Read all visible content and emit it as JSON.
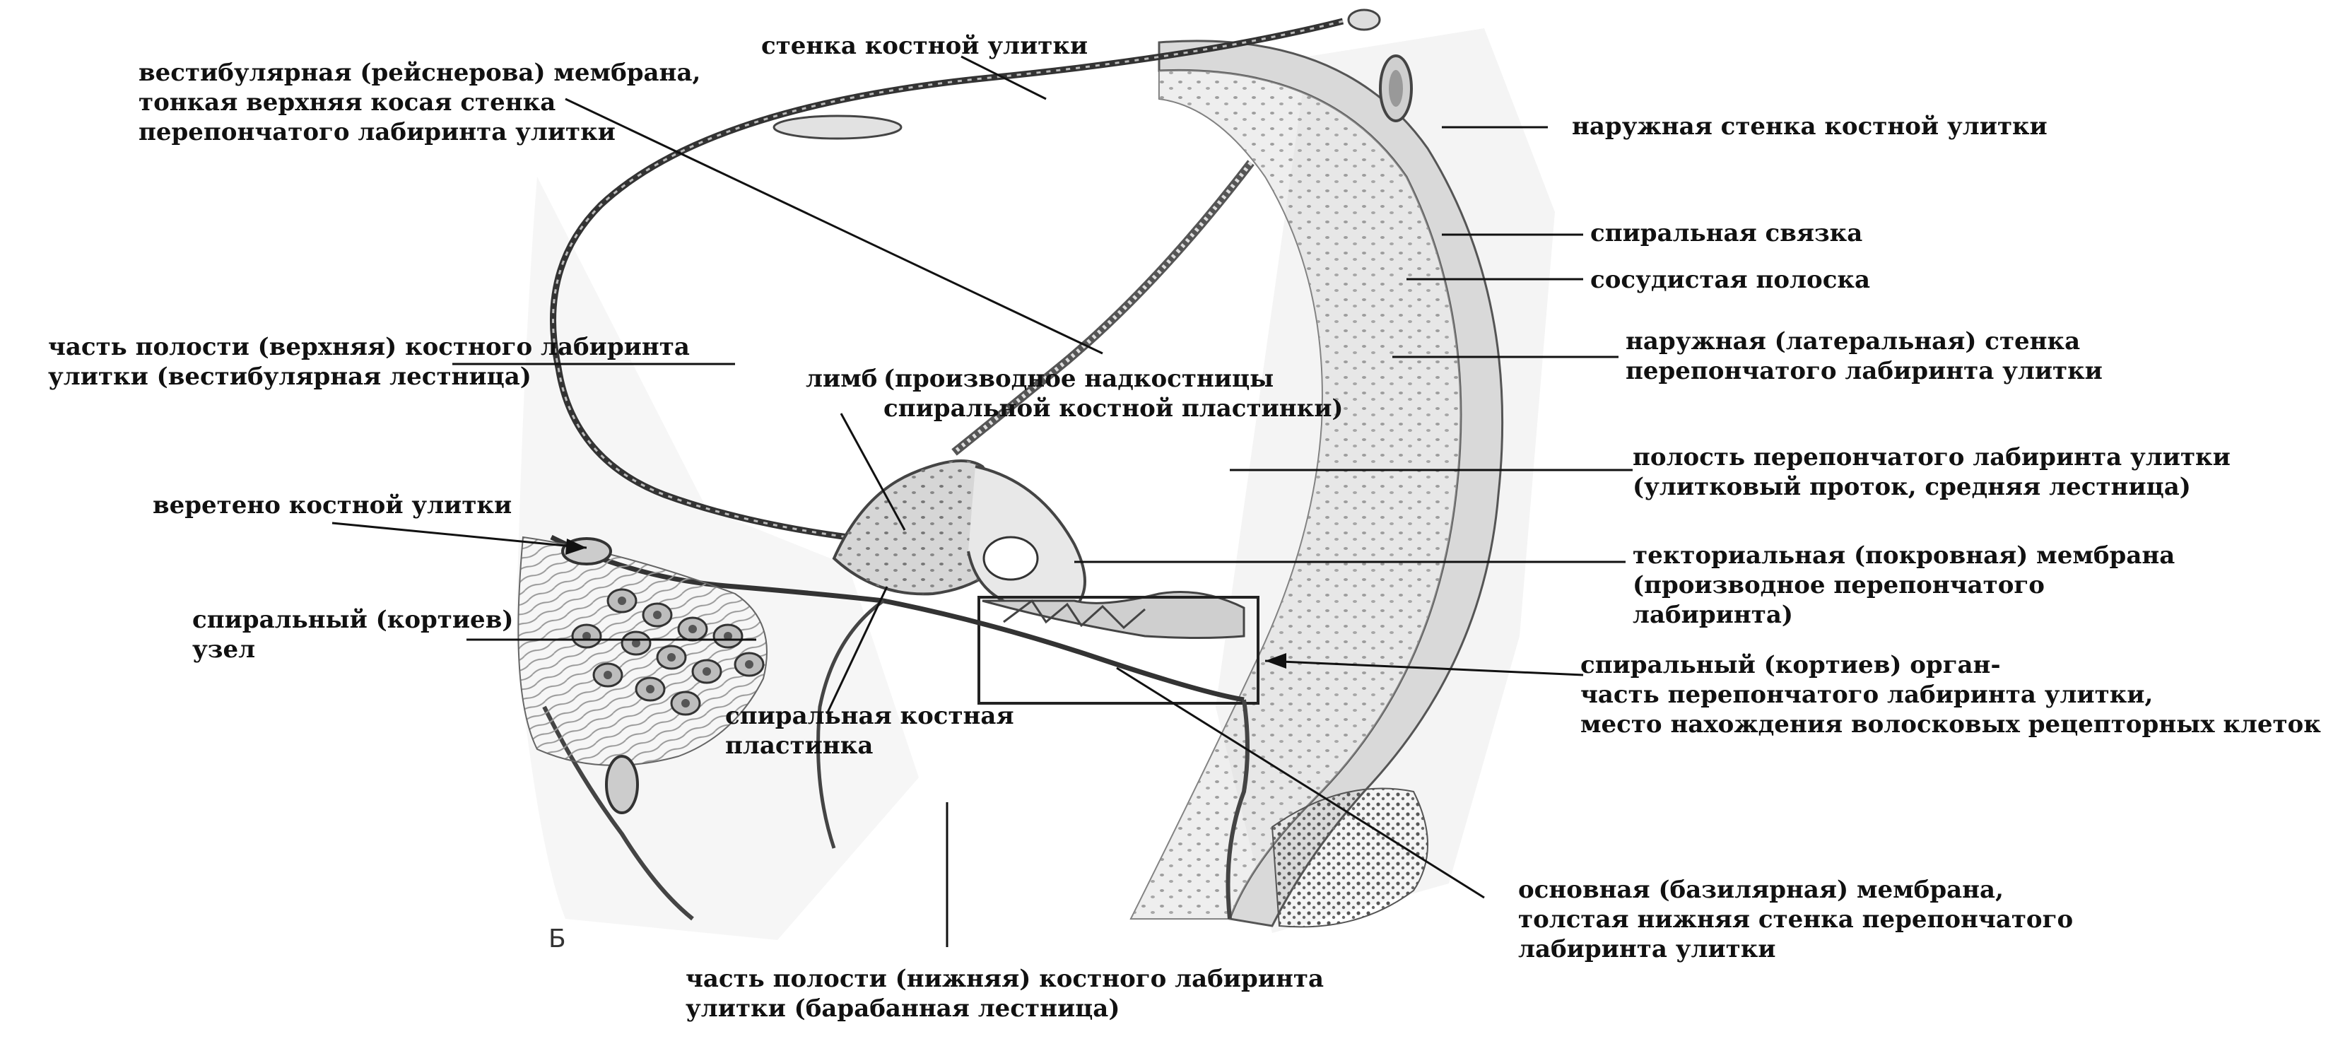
{
  "figure": {
    "panel_letter": "Б",
    "labels": {
      "bony_cochlea_wall": [
        "стенка костной улитки"
      ],
      "vestibular_membrane": [
        "вестибулярная (рейснерова) мембрана,",
        "тонкая верхняя косая  стенка",
        "перепончатого лабиринта улитки"
      ],
      "outer_bony_wall": [
        "наружная стенка костной улитки"
      ],
      "spiral_ligament": [
        "спиральная связка"
      ],
      "stria_vascularis": [
        "сосудистая полоска"
      ],
      "lateral_wall": [
        "наружная (латеральная) стенка",
        "перепончатого лабиринта улитки"
      ],
      "scala_vestibuli": [
        "часть полости (верхняя) костного лабиринта",
        "улитки  (вестибулярная лестница)"
      ],
      "limbus": [
        "лимб"
      ],
      "limbus_origin": [
        "(производное надкостницы",
        "спиральной костной пластинки)"
      ],
      "cochlear_duct": [
        "полость перепончатого лабиринта улитки",
        "(улитковый проток, средняя лестница)"
      ],
      "modiolus": [
        "веретено костной улитки"
      ],
      "tectorial_membrane": [
        "текториальная (покровная) мембрана",
        "(производное перепончатого",
        "лабиринта)"
      ],
      "spiral_ganglion": [
        "спиральный (кортиев)",
        "узел"
      ],
      "organ_of_corti": [
        "спиральный (кортиев) орган-",
        "часть перепончатого лабиринта  улитки,",
        "место нахождения волосковых рецепторных клеток"
      ],
      "osseous_spiral_lamina": [
        "спиральная костная",
        "пластинка"
      ],
      "basilar_membrane": [
        "основная (базилярная) мембрана,",
        "толстая нижняя стенка перепончатого",
        "лабиринта улитки"
      ],
      "scala_tympani": [
        "часть полости (нижняя) костного лабиринта",
        "улитки  (барабанная лестница)"
      ]
    }
  }
}
